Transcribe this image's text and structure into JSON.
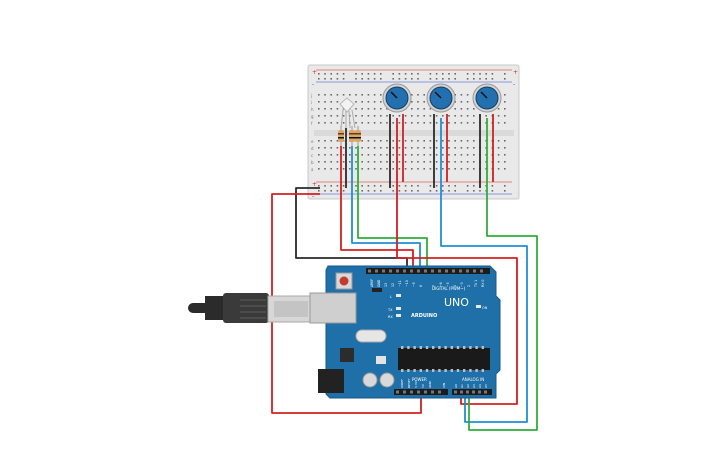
{
  "board": {
    "uno_label": "UNO",
    "brand_label": "ARDUINO",
    "digital_label": "DIGITAL (PWM~)",
    "analog_label": "ANALOG IN",
    "power_label": "POWER",
    "tx_label": "TX",
    "rx_label": "RX",
    "l_label": "L",
    "on_label": "ON",
    "aref_label": "AREF",
    "gnd_label": "GND",
    "pin_13": "13",
    "pin_12": "12",
    "pin_11": "~11",
    "pin_10": "~10",
    "pin_9": "~9",
    "pin_8": "8",
    "pin_7": "7",
    "pin_6": "~6",
    "pin_5": "~5",
    "pin_4": "4",
    "pin_3": "~3",
    "pin_2": "2",
    "pin_tx1": "TX 1",
    "pin_rx0": "RX 0",
    "pwr_ioref": "IOREF",
    "pwr_reset": "RESET",
    "pwr_3v3": "3.3V",
    "pwr_5v": "5V",
    "pwr_gnd": "GND",
    "pwr_vin": "VIN",
    "a0": "A0",
    "a1": "A1",
    "a2": "A2",
    "a3": "A3",
    "a4": "A4",
    "a5": "A5"
  },
  "breadboard": {
    "row_letters_top": [
      "j",
      "i",
      "h",
      "g",
      "f"
    ],
    "row_letters_bottom": [
      "e",
      "d",
      "c",
      "b",
      "a"
    ],
    "plus_sign": "+",
    "minus_sign": "-"
  },
  "colors": {
    "arduino_blue": "#1f6fa8",
    "board_edge": "#175a8a",
    "breadboard": "#e9e9e9",
    "wire_red": "#d42020",
    "wire_black": "#2a2a2a",
    "wire_blue": "#1f8fd6",
    "wire_green": "#2fae3a",
    "pot_blue": "#2370b0"
  }
}
